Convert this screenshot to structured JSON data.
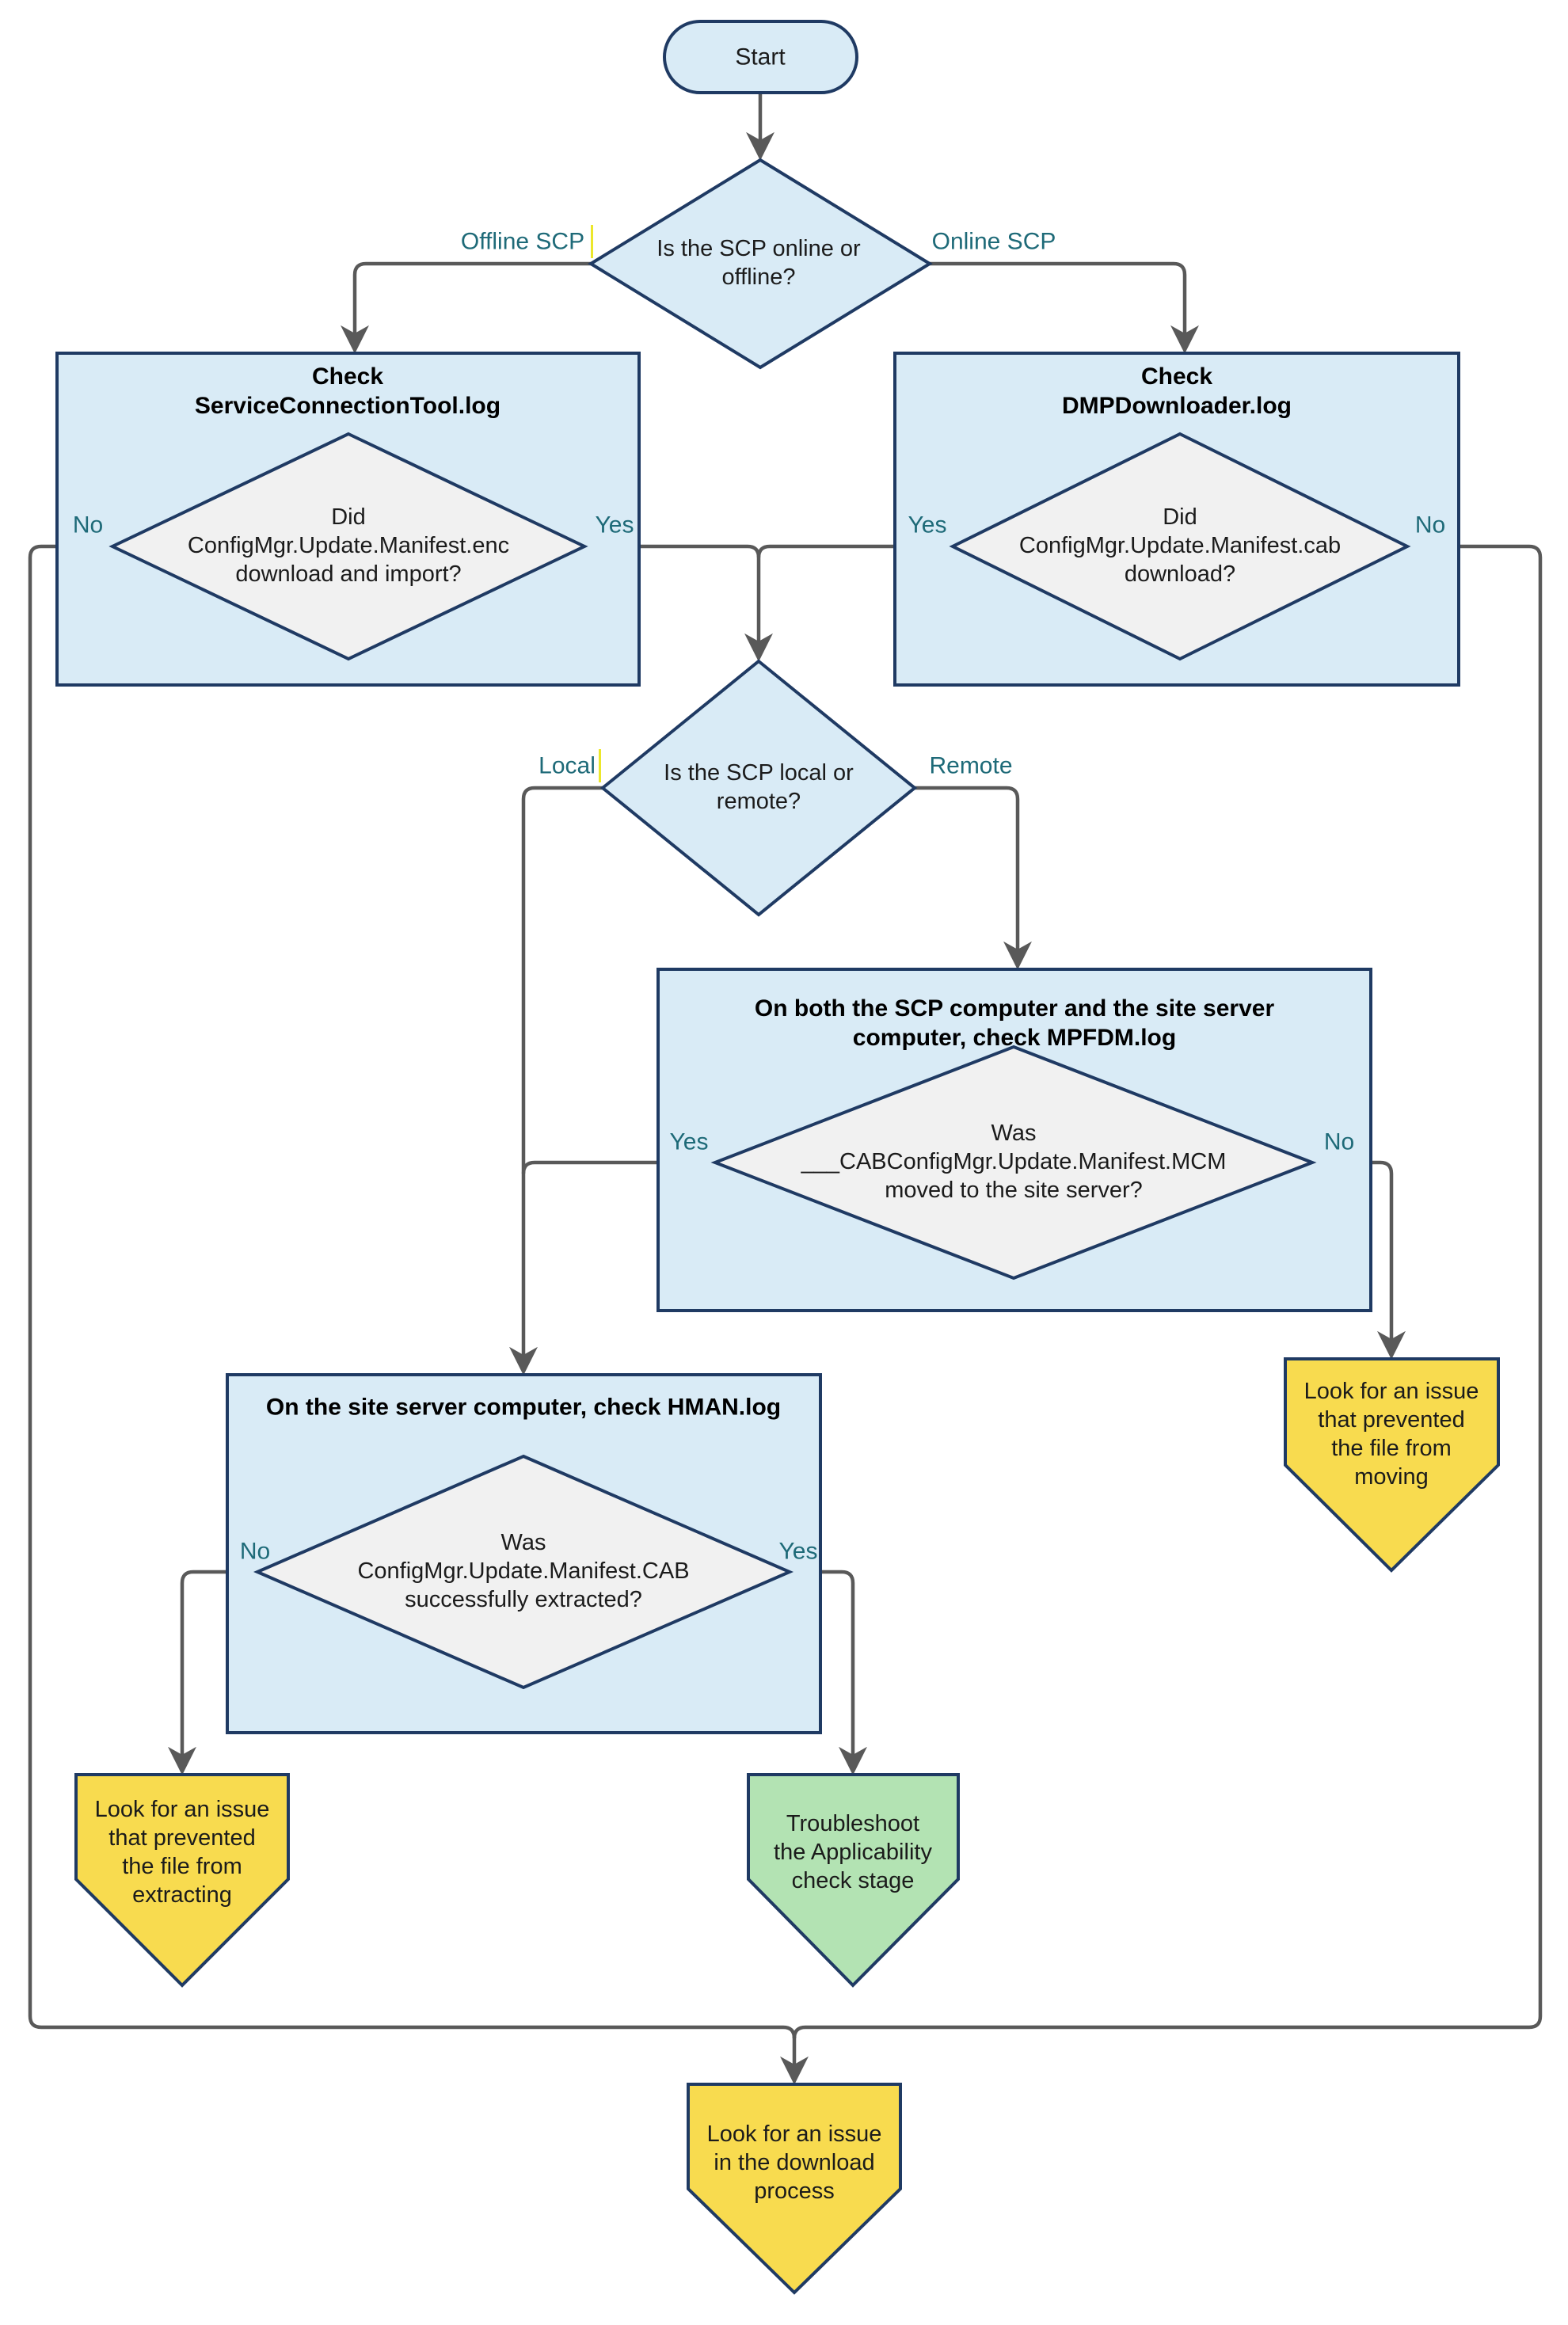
{
  "diagram": "ConfigMgr update download troubleshooting flowchart",
  "colors": {
    "node_fill_blue": "#d9ebf6",
    "node_border_navy": "#1f3a63",
    "decision_fill_grey": "#f1f1f1",
    "terminator_fill_yellow": "#f8db4f",
    "terminator_fill_green": "#b3e3b3",
    "connector_grey": "#595959",
    "branch_label_teal": "#1e6a78"
  },
  "nodes": {
    "start": {
      "label": "Start"
    },
    "decision_online_offline": {
      "question": "Is the SCP online or\noffline?",
      "branch_left": "Offline SCP",
      "branch_right": "Online SCP"
    },
    "process_sct": {
      "title": "Check\nServiceConnectionTool.log",
      "question": "Did\nConfigMgr.Update.Manifest.enc\ndownload and import?",
      "branch_left": "No",
      "branch_right": "Yes"
    },
    "process_dmp": {
      "title": "Check\nDMPDownloader.log",
      "question": "Did\nConfigMgr.Update.Manifest.cab\ndownload?",
      "branch_left": "Yes",
      "branch_right": "No"
    },
    "decision_local_remote": {
      "question": "Is the SCP local or\nremote?",
      "branch_left": "Local",
      "branch_right": "Remote"
    },
    "process_mpfdm": {
      "title": "On both the SCP computer and the site server\ncomputer, check MPFDM.log",
      "question": "Was\n___CABConfigMgr.Update.Manifest.MCM\nmoved to the site server?",
      "branch_left": "Yes",
      "branch_right": "No"
    },
    "process_hman": {
      "title": "On the site server computer, check HMAN.log",
      "question": "Was\nConfigMgr.Update.Manifest.CAB\nsuccessfully extracted?",
      "branch_left": "No",
      "branch_right": "Yes"
    },
    "end_moving": {
      "text": "Look for an issue\nthat prevented\nthe file from\nmoving"
    },
    "end_extracting": {
      "text": "Look for an issue\nthat prevented\nthe file from\nextracting"
    },
    "end_applicability": {
      "text": "Troubleshoot\nthe Applicability\ncheck stage"
    },
    "end_download": {
      "text": "Look for an issue\nin the download\nprocess"
    }
  }
}
